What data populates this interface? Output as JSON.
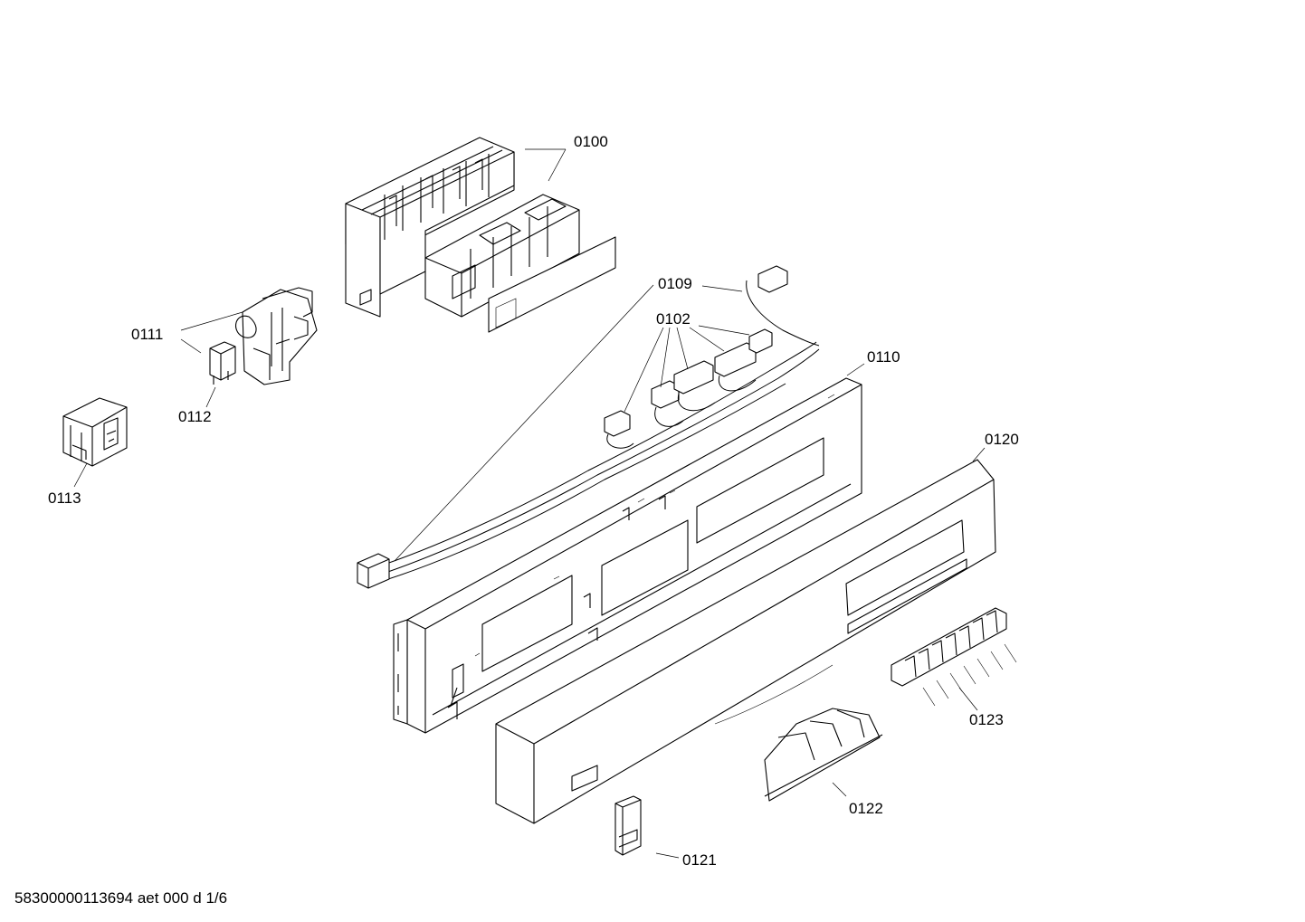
{
  "diagram": {
    "parts": [
      {
        "id": "p0100",
        "label": "0100"
      },
      {
        "id": "p0109",
        "label": "0109"
      },
      {
        "id": "p0102",
        "label": "0102"
      },
      {
        "id": "p0110",
        "label": "0110"
      },
      {
        "id": "p0111",
        "label": "0111"
      },
      {
        "id": "p0112",
        "label": "0112"
      },
      {
        "id": "p0113",
        "label": "0113"
      },
      {
        "id": "p0120",
        "label": "0120"
      },
      {
        "id": "p0121",
        "label": "0121"
      },
      {
        "id": "p0122",
        "label": "0122"
      },
      {
        "id": "p0123",
        "label": "0123"
      }
    ],
    "footer": "58300000113694 aet 000 d 1/6"
  }
}
